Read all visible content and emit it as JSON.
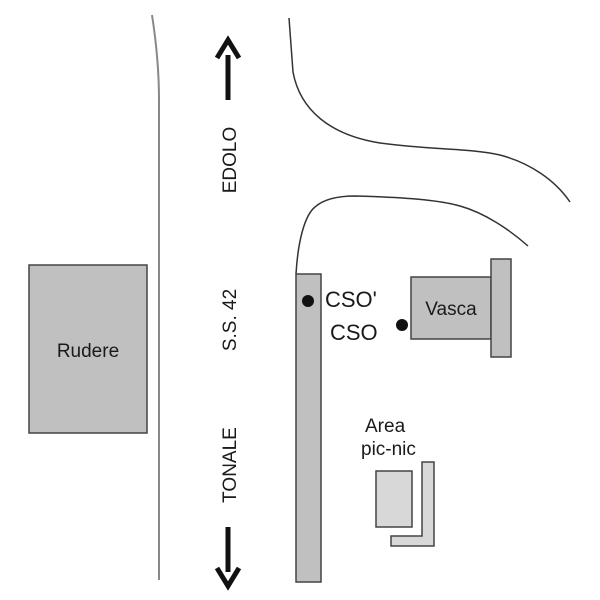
{
  "labels": {
    "rudere": "Rudere",
    "vasca": "Vasca",
    "cso_prime": "CSO'",
    "cso": "CSO",
    "area_line1": "Area",
    "area_line2": "pic-nic",
    "edolo": "EDOLO",
    "road": "S.S. 42",
    "tonale": "TONALE"
  },
  "colors": {
    "fill_gray": "#c0c0c0",
    "fill_light": "#d8d8d8",
    "stroke": "#444444",
    "line": "#333333",
    "text": "#1a1a1a"
  }
}
